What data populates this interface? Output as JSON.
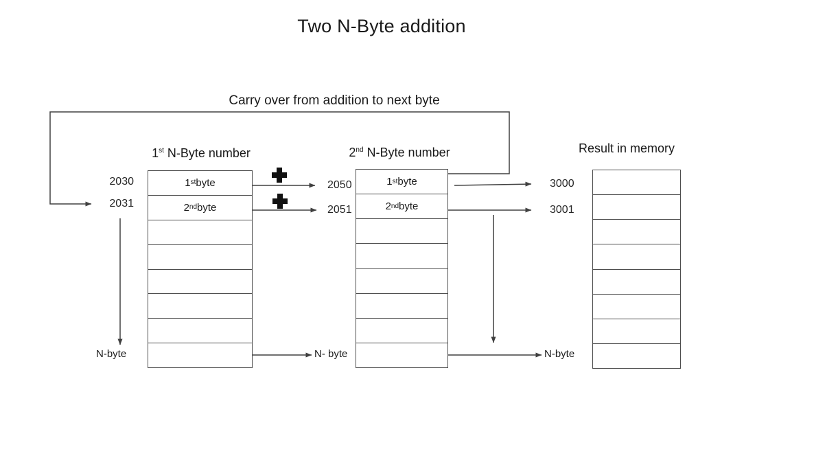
{
  "title": "Two N-Byte addition",
  "carry": {
    "label": "Carry over from addition to next byte"
  },
  "icons": {
    "plus": "heavy plus cross (addition operator)",
    "arrow": "right/down flow arrowheads on connector lines"
  },
  "colors": {
    "background": "#ffffff",
    "line": "#404040",
    "text": "#1a1a1a"
  },
  "table1": {
    "header": {
      "num": "1",
      "sup": "st",
      "rest": " N-Byte number"
    },
    "addresses": [
      "2030",
      "2031"
    ],
    "rows": [
      {
        "num": "1",
        "sup": "st",
        "rest": " byte"
      },
      {
        "num": "2",
        "sup": "nd",
        "rest": " byte"
      }
    ],
    "row_count": 8,
    "n_label": "N-byte"
  },
  "table2": {
    "header": {
      "num": "2",
      "sup": "nd",
      "rest": " N-Byte number"
    },
    "addresses": [
      "2050",
      "2051"
    ],
    "rows": [
      {
        "num": "1",
        "sup": "st",
        "rest": " byte"
      },
      {
        "num": "2",
        "sup": "nd",
        "rest": " byte"
      }
    ],
    "row_count": 8,
    "n_label": "N- byte"
  },
  "result": {
    "header": "Result in memory",
    "addresses": [
      "3000",
      "3001"
    ],
    "row_count": 8,
    "n_label": "N-byte"
  }
}
